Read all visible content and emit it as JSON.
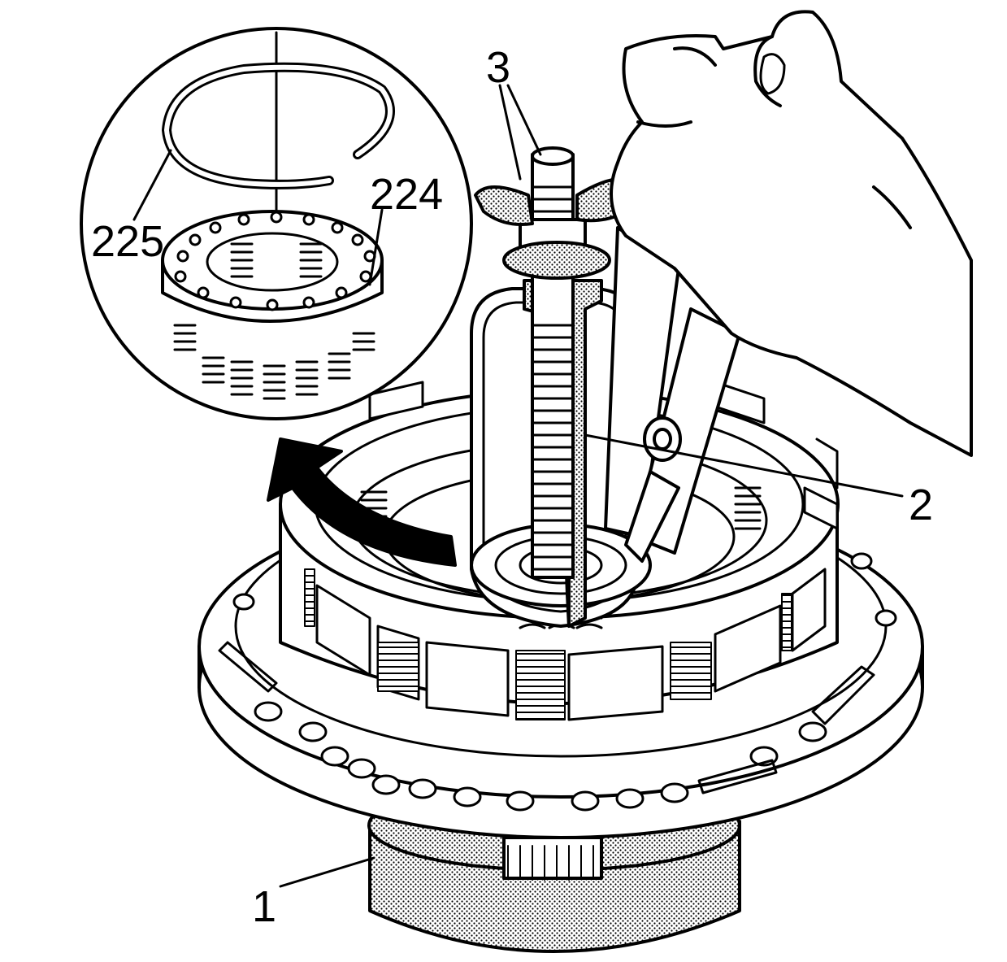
{
  "callouts": {
    "c1": "1",
    "c2": "2",
    "c3": "3",
    "c224": "224",
    "c225": "225"
  },
  "colors": {
    "line": "#000000",
    "fill": "#ffffff",
    "shade": "#9a9a9a"
  }
}
